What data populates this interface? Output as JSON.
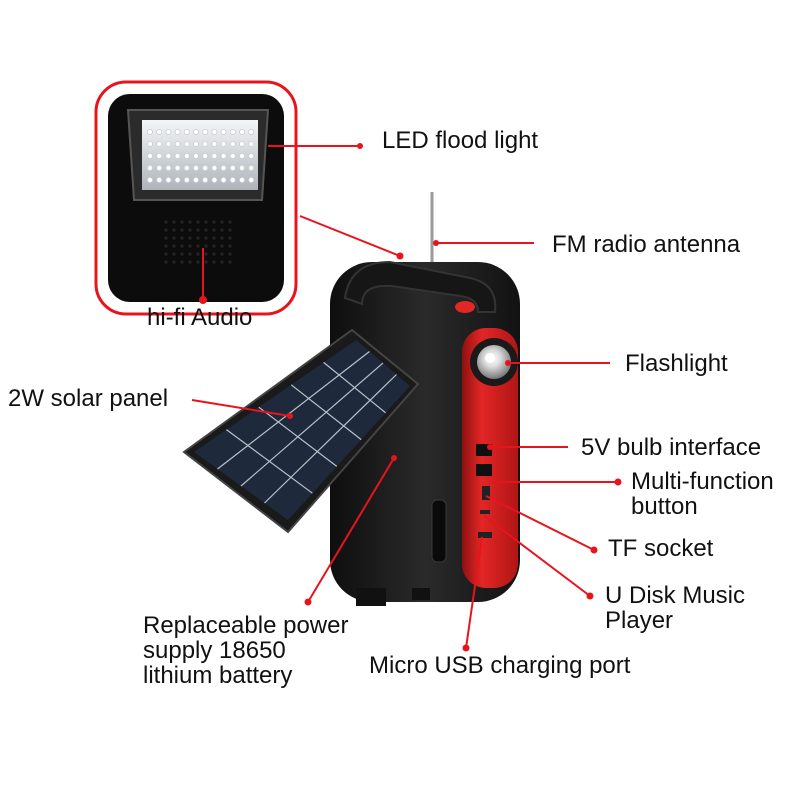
{
  "labels": {
    "led_flood_light": "LED flood light",
    "fm_radio_antenna": "FM radio antenna",
    "hifi_audio": "hi-fi Audio",
    "flashlight": "Flashlight",
    "solar_panel": "2W solar panel",
    "bulb_interface": "5V bulb interface",
    "multi_function_button": "Multi-function\nbutton",
    "tf_socket": "TF socket",
    "u_disk_player": "U Disk Music\nPlayer",
    "replaceable_battery": "Replaceable power\nsupply 18650\nlithium battery",
    "micro_usb_port": "Micro USB charging port"
  },
  "colors": {
    "callout": "#e8141d",
    "body_red": "#d91c1c",
    "body_black": "#1e1e1e",
    "solar_blue": "#1e2a3c"
  },
  "icons": {
    "flood_light": "led-flood-light-icon",
    "flashlight": "flashlight-lens-icon"
  }
}
